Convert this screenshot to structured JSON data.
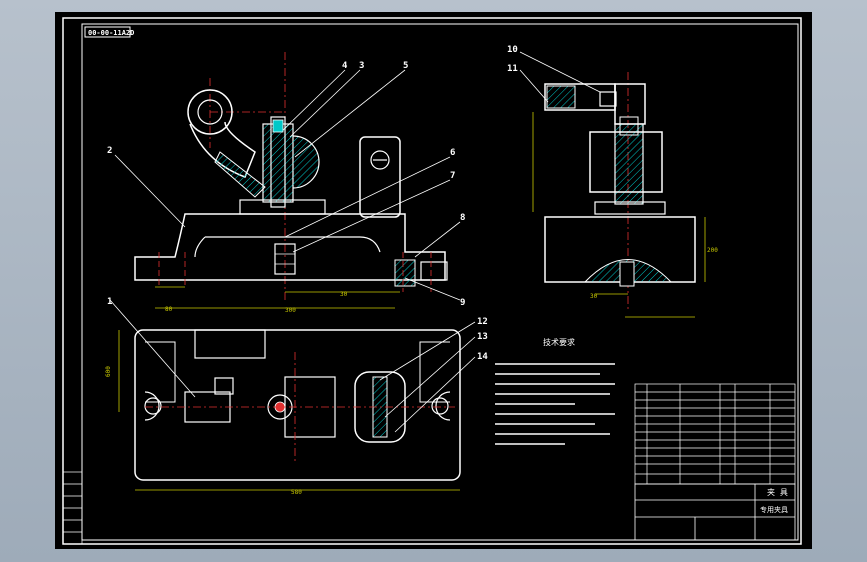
{
  "drawing": {
    "drawing_number": "00-00-11A2D",
    "part_numbers": [
      "1",
      "2",
      "3",
      "4",
      "5",
      "6",
      "7",
      "8",
      "9",
      "10",
      "11",
      "12",
      "13",
      "14"
    ],
    "dimensions": {
      "front_width": "300",
      "front_offset": "80",
      "front_span": "30",
      "plan_length": "580",
      "plan_height": "600",
      "side_height": "200",
      "side_base": "30"
    },
    "technical_requirements_title": "技术要求",
    "title_block": {
      "name": "夹 具",
      "subtitle": "专用夹具"
    }
  },
  "colors": {
    "background": "#000000",
    "frame": "#ffffff",
    "outline": "#ffffff",
    "section": "#00c8c8",
    "leader": "#ffffff",
    "dimension": "#c8c800",
    "center_line": "#e03030",
    "hatch": "#00c8c8",
    "number_text": "#ffffff"
  }
}
